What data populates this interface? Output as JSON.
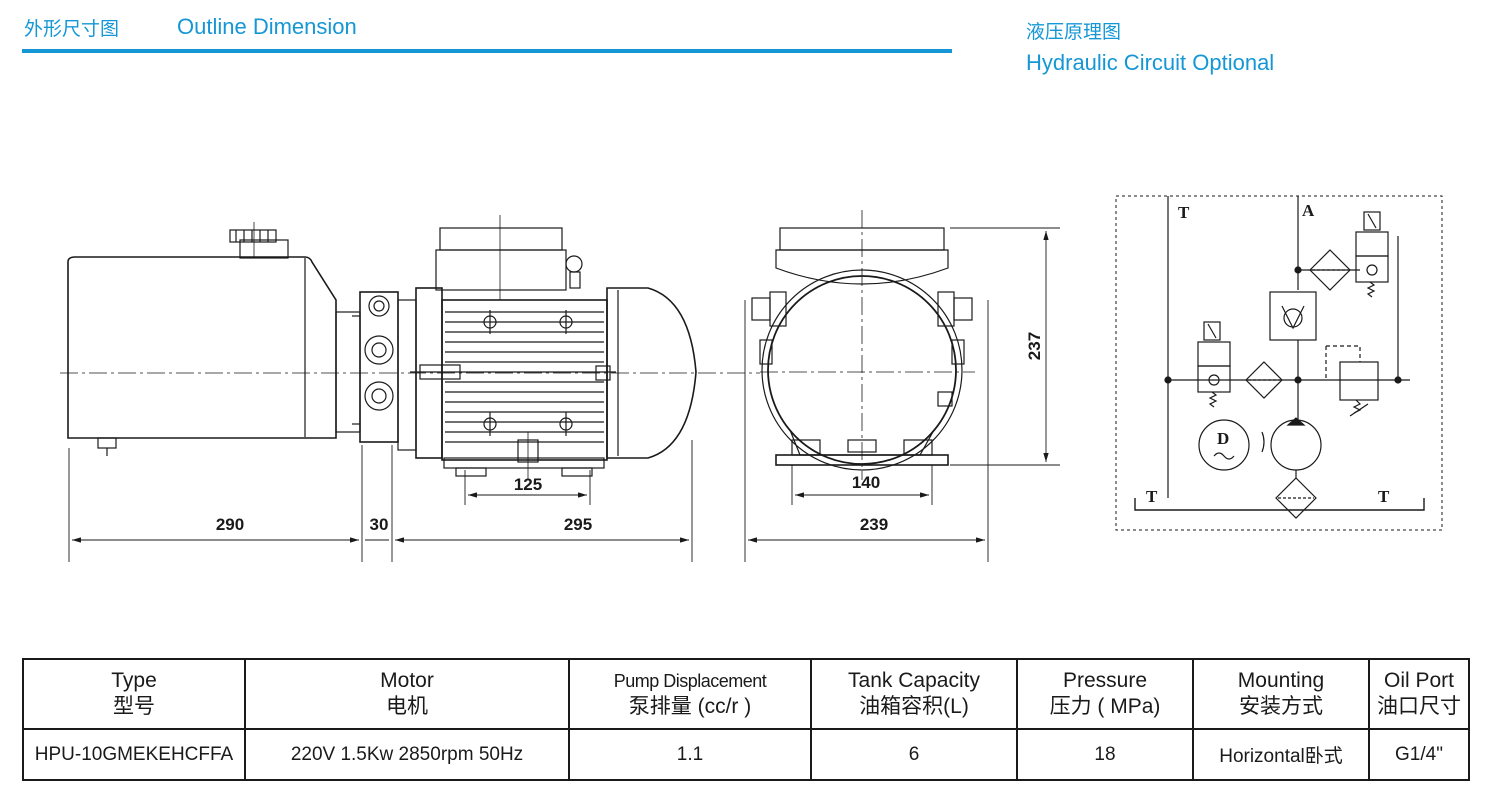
{
  "header": {
    "outline_cn": "外形尺寸图",
    "outline_en": "Outline Dimension",
    "circuit_cn": "液压原理图",
    "circuit_en": "Hydraulic Circuit Optional"
  },
  "dimensions": {
    "d290": "290",
    "d30": "30",
    "d295": "295",
    "d125": "125",
    "d140": "140",
    "d239": "239",
    "d237": "237"
  },
  "circuit": {
    "port_t1": "T",
    "port_a": "A",
    "port_t2": "T",
    "port_t3": "T",
    "motor_symbol": "D"
  },
  "table": {
    "headers": [
      {
        "en": "Type",
        "cn": "型号"
      },
      {
        "en": "Motor",
        "cn": "电机"
      },
      {
        "en": "Pump Displacement",
        "cn": "泵排量 (cc/r )"
      },
      {
        "en": "Tank Capacity",
        "cn": "油箱容积(L)"
      },
      {
        "en": "Pressure",
        "cn": "压力 ( MPa)"
      },
      {
        "en": "Mounting",
        "cn": "安装方式"
      },
      {
        "en": "Oil Port",
        "cn": "油口尺寸"
      }
    ],
    "row": [
      "HPU-10GMEKEHCFFA",
      "220V 1.5Kw 2850rpm 50Hz",
      "1.1",
      "6",
      "18",
      "Horizontal卧式",
      "G1/4\""
    ]
  }
}
